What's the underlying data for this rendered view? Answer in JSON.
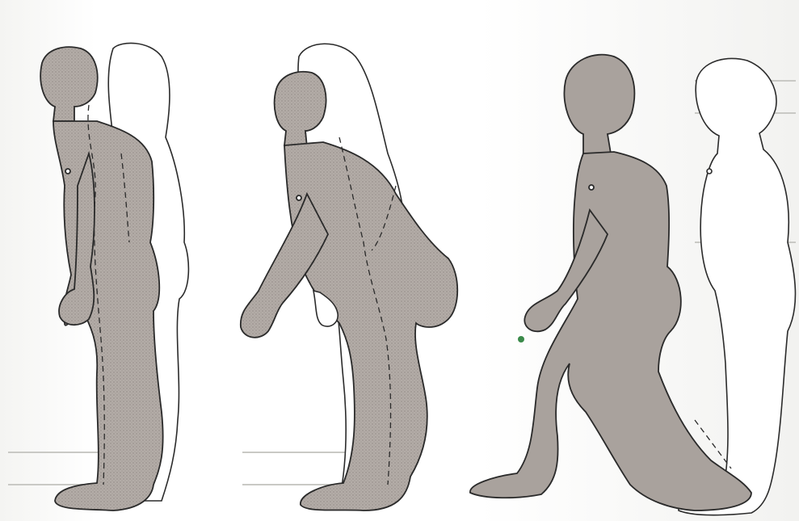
{
  "image": {
    "subject": "",
    "panels": [
      {
        "id": "panel-1",
        "figures": 2
      },
      {
        "id": "panel-2",
        "figures": 2
      },
      {
        "id": "panel-3",
        "figures": 2
      }
    ]
  },
  "colors": {
    "skin_shaded": "#a9a29d",
    "outline": "#2b2b2b",
    "paper": "#ffffff"
  }
}
